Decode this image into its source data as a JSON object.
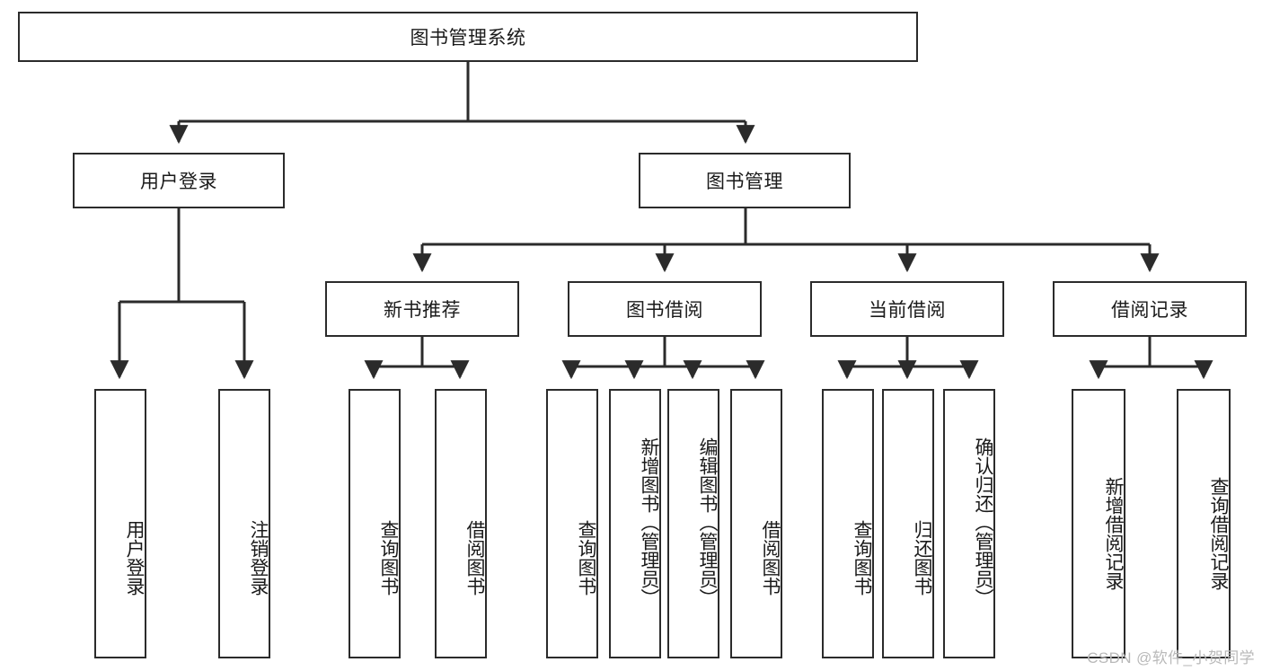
{
  "diagram": {
    "type": "hierarchy-tree",
    "title": "图书管理系统",
    "root": {
      "label": "图书管理系统"
    },
    "level2": [
      {
        "id": "user-login",
        "label": "用户登录"
      },
      {
        "id": "book-manage",
        "label": "图书管理"
      }
    ],
    "level3": [
      {
        "id": "new-book-recommend",
        "label": "新书推荐"
      },
      {
        "id": "book-borrow",
        "label": "图书借阅"
      },
      {
        "id": "current-borrow",
        "label": "当前借阅"
      },
      {
        "id": "borrow-record",
        "label": "借阅记录"
      }
    ],
    "leaves": {
      "user_login": [
        {
          "id": "leaf-user-login",
          "label": "用户登录"
        },
        {
          "id": "leaf-logout-login",
          "label": "注销登录"
        }
      ],
      "new_book_recommend": [
        {
          "id": "leaf-query-book-1",
          "label": "查询图书"
        },
        {
          "id": "leaf-borrow-book-1",
          "label": "借阅图书"
        }
      ],
      "book_borrow": [
        {
          "id": "leaf-query-book-2",
          "label": "查询图书"
        },
        {
          "id": "leaf-add-book",
          "label": "新增图书（管理员）"
        },
        {
          "id": "leaf-edit-book",
          "label": "编辑图书（管理员）"
        },
        {
          "id": "leaf-borrow-book-2",
          "label": "借阅图书"
        }
      ],
      "current_borrow": [
        {
          "id": "leaf-query-book-3",
          "label": "查询图书"
        },
        {
          "id": "leaf-return-book",
          "label": "归还图书"
        },
        {
          "id": "leaf-confirm-return",
          "label": "确认归还（管理员）"
        }
      ],
      "borrow_record": [
        {
          "id": "leaf-add-record",
          "label": "新增借阅记录"
        },
        {
          "id": "leaf-query-record",
          "label": "查询借阅记录"
        }
      ]
    },
    "colors": {
      "stroke": "#2b2b2b",
      "fill": "#ffffff",
      "text": "#1a1a1a",
      "watermark": "#b9b9b9"
    }
  },
  "watermark": {
    "text": "CSDN @软件_小贺同学"
  }
}
